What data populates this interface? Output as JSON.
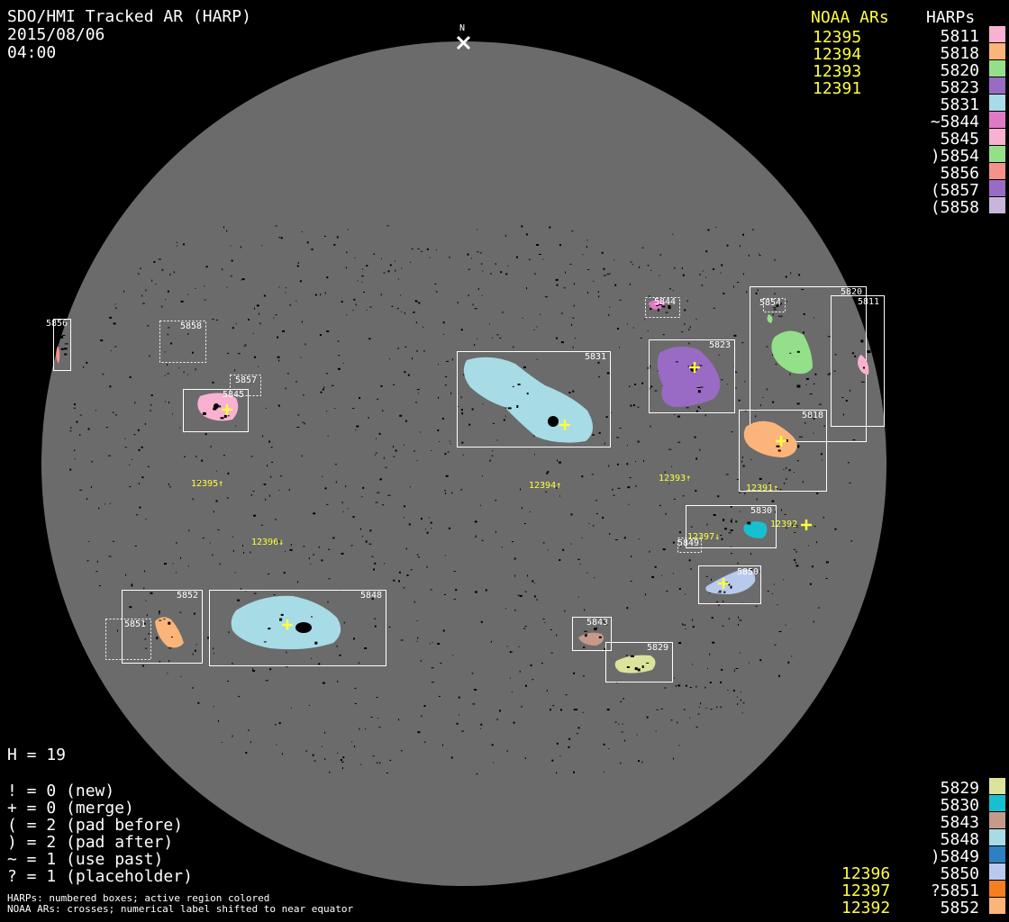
{
  "header": {
    "title": "SDO/HMI Tracked AR (HARP)",
    "date": "2015/08/06",
    "time": "04:00",
    "north_marker": "N"
  },
  "colors": {
    "disk": "#6b6b6b",
    "noaa_text": "#ffff40",
    "box": "#ffffff"
  },
  "noaa_list": {
    "heading": "NOAA ARs",
    "items": [
      "12395",
      "12394",
      "12393",
      "12391"
    ]
  },
  "harp_list": {
    "heading": "HARPs",
    "items": [
      {
        "label": "5811",
        "color": "#f9b1d1"
      },
      {
        "label": "5818",
        "color": "#fbb479"
      },
      {
        "label": "5820",
        "color": "#94e08a"
      },
      {
        "label": "5823",
        "color": "#9a6bc4"
      },
      {
        "label": "5831",
        "color": "#a7dbe6"
      },
      {
        "label": "~5844",
        "color": "#e07ac5"
      },
      {
        "label": "5845",
        "color": "#f9b1d1"
      },
      {
        "label": ")5854",
        "color": "#94e08a"
      },
      {
        "label": "5856",
        "color": "#f6928a"
      },
      {
        "label": "(5857",
        "color": "#9a6bc4"
      },
      {
        "label": "(5858",
        "color": "#c7b6d9"
      }
    ]
  },
  "bottom_harp_list": {
    "items": [
      {
        "label": "5829",
        "color": "#dbe39c"
      },
      {
        "label": "5830",
        "color": "#17c0d0"
      },
      {
        "label": "5843",
        "color": "#c59a8a"
      },
      {
        "label": "5848",
        "color": "#a7dbe6"
      },
      {
        "label": ")5849",
        "color": "#2e80c0"
      },
      {
        "label": "5850",
        "color": "#b9c9ee"
      },
      {
        "label": "?5851",
        "color": "#f57f1e"
      },
      {
        "label": "5852",
        "color": "#fbb479"
      }
    ]
  },
  "bottom_noaa_list": {
    "items": [
      "12396",
      "12397",
      "12392"
    ]
  },
  "stats": {
    "count": "H = 19",
    "codes": [
      "! = 0 (new)",
      "+ = 0 (merge)",
      "( = 2 (pad before)",
      ") = 2 (pad after)",
      "~ = 1 (use past)",
      "? = 1 (placeholder)"
    ]
  },
  "footnotes": {
    "line1": "HARPs: numbered boxes; active region colored",
    "line2": "NOAA ARs: crosses; numerical label shifted to near equator"
  },
  "harps": [
    {
      "id": "5856",
      "color": "#f6928a",
      "dotted": false
    },
    {
      "id": "5858",
      "color": "#c7b6d9",
      "dotted": true
    },
    {
      "id": "5857",
      "color": "#9a6bc4",
      "dotted": true
    },
    {
      "id": "5845",
      "color": "#f9b1d1",
      "dotted": false
    },
    {
      "id": "5831",
      "color": "#a7dbe6",
      "dotted": false
    },
    {
      "id": "5844",
      "color": "#e07ac5",
      "dotted": true
    },
    {
      "id": "5823",
      "color": "#9a6bc4",
      "dotted": false
    },
    {
      "id": "5854",
      "color": "#94e08a",
      "dotted": true
    },
    {
      "id": "5820",
      "color": "#94e08a",
      "dotted": false
    },
    {
      "id": "5811",
      "color": "#f9b1d1",
      "dotted": false
    },
    {
      "id": "5818",
      "color": "#fbb479",
      "dotted": false
    },
    {
      "id": "5830",
      "color": "#17c0d0",
      "dotted": false
    },
    {
      "id": "5849",
      "color": "#2e80c0",
      "dotted": true
    },
    {
      "id": "5850",
      "color": "#b9c9ee",
      "dotted": false
    },
    {
      "id": "5852",
      "color": "#fbb479",
      "dotted": false
    },
    {
      "id": "5851",
      "color": "#f57f1e",
      "dotted": true
    },
    {
      "id": "5848",
      "color": "#a7dbe6",
      "dotted": false
    },
    {
      "id": "5843",
      "color": "#c59a8a",
      "dotted": false
    },
    {
      "id": "5829",
      "color": "#dbe39c",
      "dotted": false
    }
  ],
  "noaa_labels": [
    {
      "text": "12395↑"
    },
    {
      "text": "12394↑"
    },
    {
      "text": "12393↑"
    },
    {
      "text": "12391↑"
    },
    {
      "text": "12392"
    },
    {
      "text": "12397↓"
    },
    {
      "text": "12396↓"
    }
  ]
}
